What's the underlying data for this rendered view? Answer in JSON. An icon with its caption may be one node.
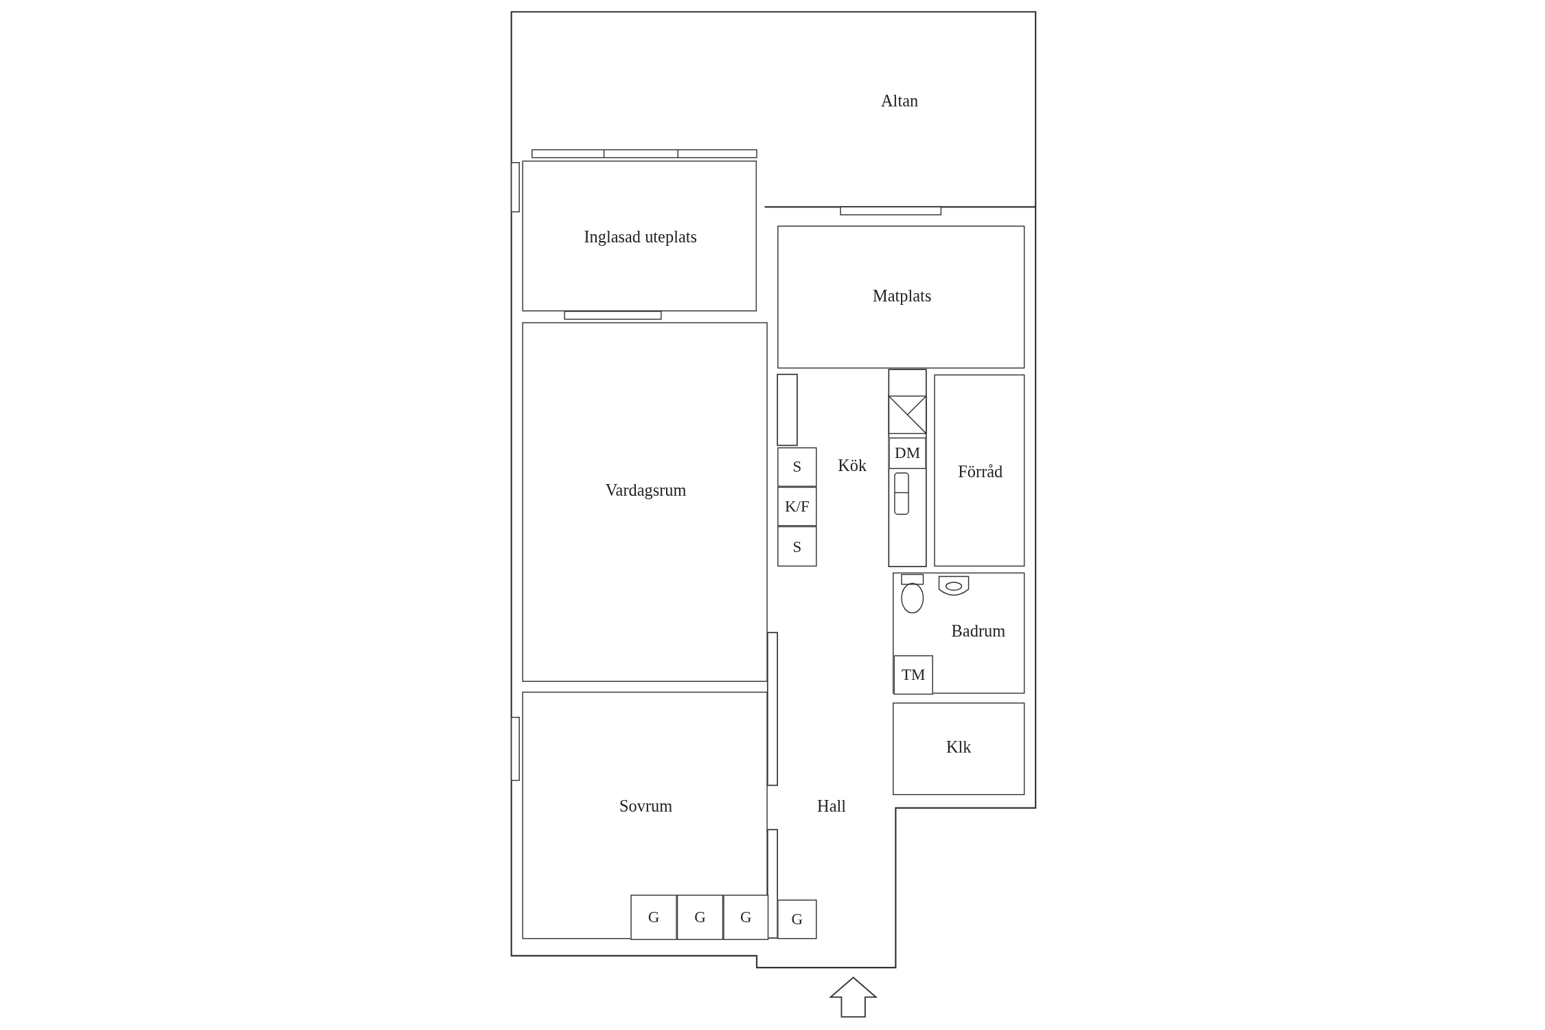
{
  "diagram": {
    "nodes": [
      {
        "text": [
          "Altan"
        ]
      },
      {
        "text": [
          "Inglasad uteplats"
        ]
      },
      {
        "text": [
          "Matplats"
        ]
      },
      {
        "text": [
          "Kök"
        ]
      },
      {
        "text": [
          "S"
        ],
        "in": 3
      },
      {
        "text": [
          "K/F"
        ],
        "in": 3
      },
      {
        "text": [
          "S"
        ],
        "in": 3
      },
      {
        "text": [
          "DM"
        ],
        "in": 3
      },
      {
        "text": [
          "Förråd"
        ]
      },
      {
        "text": [
          "Vardagsrum"
        ]
      },
      {
        "text": [
          "Badrum"
        ]
      },
      {
        "text": [
          "TM"
        ],
        "in": 10
      },
      {
        "text": [
          "Klk"
        ]
      },
      {
        "text": [
          "Sovrum"
        ]
      },
      {
        "text": [
          "G"
        ],
        "in": 13
      },
      {
        "text": [
          "G"
        ],
        "in": 13
      },
      {
        "text": [
          "G"
        ],
        "in": 13
      },
      {
        "text": [
          "Hall"
        ]
      },
      {
        "text": [
          "G"
        ],
        "in": 17
      }
    ]
  }
}
